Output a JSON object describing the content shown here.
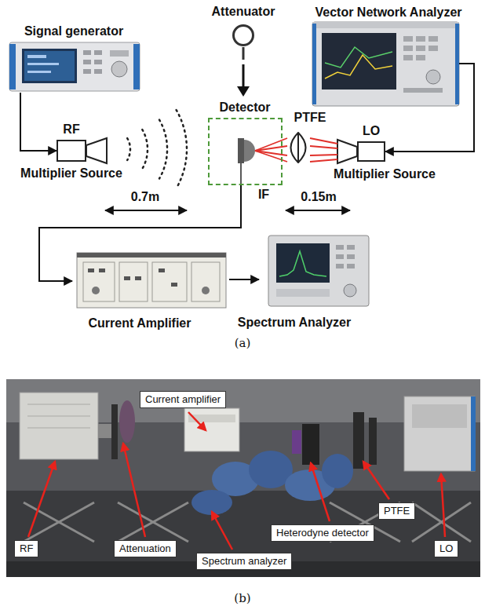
{
  "diagram": {
    "nodes": [
      {
        "text": [
          "Signal generator"
        ]
      },
      {
        "text": [
          "Attenuator"
        ]
      },
      {
        "text": [
          "Vector Network Analyzer"
        ]
      },
      {
        "text": [
          "RF",
          "Multiplier Source"
        ]
      },
      {
        "text": [
          "Detector"
        ]
      },
      {
        "text": [
          "PTFE"
        ]
      },
      {
        "text": [
          "LO",
          "Multiplier Source"
        ]
      },
      {
        "text": [
          "Current Amplifier"
        ]
      },
      {
        "text": [
          "Spectrum Analyzer"
        ]
      },
      {
        "text": [
          "Current amplifier"
        ]
      },
      {
        "text": [
          "RF"
        ]
      },
      {
        "text": [
          "Attenuation"
        ]
      },
      {
        "text": [
          "Spectrum analyzer"
        ]
      },
      {
        "text": [
          "Heterodyne detector"
        ]
      },
      {
        "text": [
          "PTFE"
        ]
      },
      {
        "text": [
          "LO"
        ]
      }
    ],
    "edges": [
      {
        "from": 0,
        "to": 3,
        "arrow": "to"
      },
      {
        "from": 2,
        "to": 6,
        "arrow": "to"
      },
      {
        "from": 4,
        "to": 7,
        "arrow": "to"
      },
      {
        "from": 7,
        "to": 8,
        "arrow": "to"
      }
    ],
    "labels": [
      "0.7m",
      "0.15m",
      "IF",
      "(a)",
      "(b)"
    ]
  }
}
